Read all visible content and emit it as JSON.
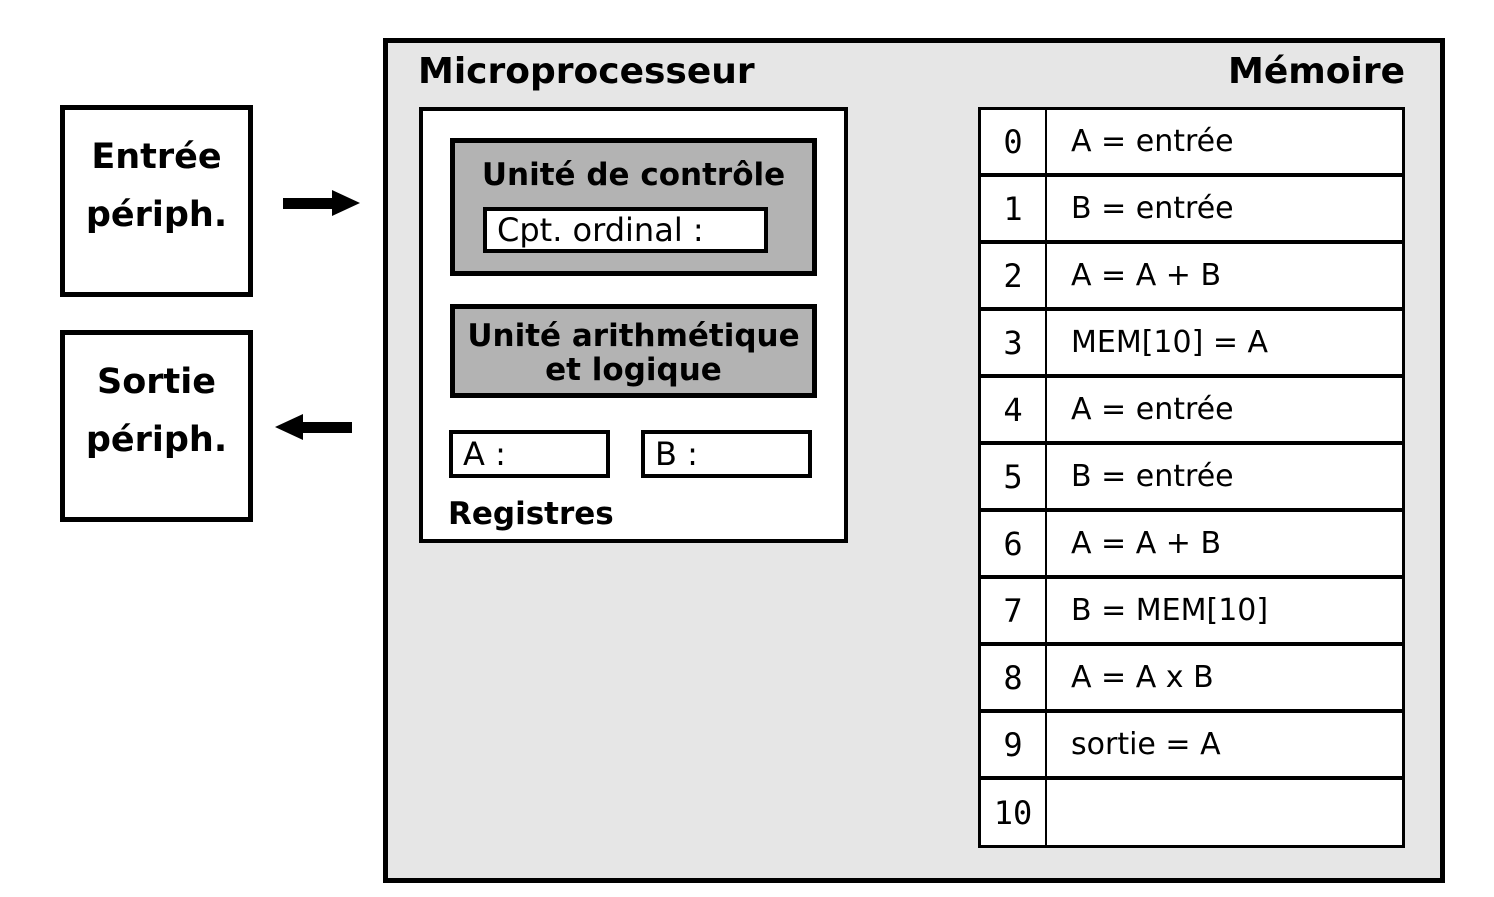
{
  "peripherals": {
    "input": {
      "line1": "Entrée",
      "line2": "périph."
    },
    "output": {
      "line1": "Sortie",
      "line2": "périph."
    }
  },
  "microprocessor": {
    "title": "Microprocesseur",
    "control_unit_label": "Unité de contrôle",
    "program_counter_label": "Cpt. ordinal :",
    "alu_line1": "Unité arithmétique",
    "alu_line2": "et logique",
    "register_a_label": "A :",
    "register_b_label": "B :",
    "registers_label": "Registres"
  },
  "memory": {
    "title": "Mémoire",
    "rows": [
      {
        "address": "0",
        "instruction": "A = entrée"
      },
      {
        "address": "1",
        "instruction": "B = entrée"
      },
      {
        "address": "2",
        "instruction": "A = A + B"
      },
      {
        "address": "3",
        "instruction": "MEM[10] = A"
      },
      {
        "address": "4",
        "instruction": "A = entrée"
      },
      {
        "address": "5",
        "instruction": "B = entrée"
      },
      {
        "address": "6",
        "instruction": "A = A + B"
      },
      {
        "address": "7",
        "instruction": "B = MEM[10]"
      },
      {
        "address": "8",
        "instruction": "A = A x B"
      },
      {
        "address": "9",
        "instruction": "sortie = A"
      },
      {
        "address": "10",
        "instruction": ""
      }
    ]
  },
  "colors": {
    "panel_bg": "#e6e6e6",
    "unit_bg": "#b3b3b3",
    "line": "#000000"
  }
}
